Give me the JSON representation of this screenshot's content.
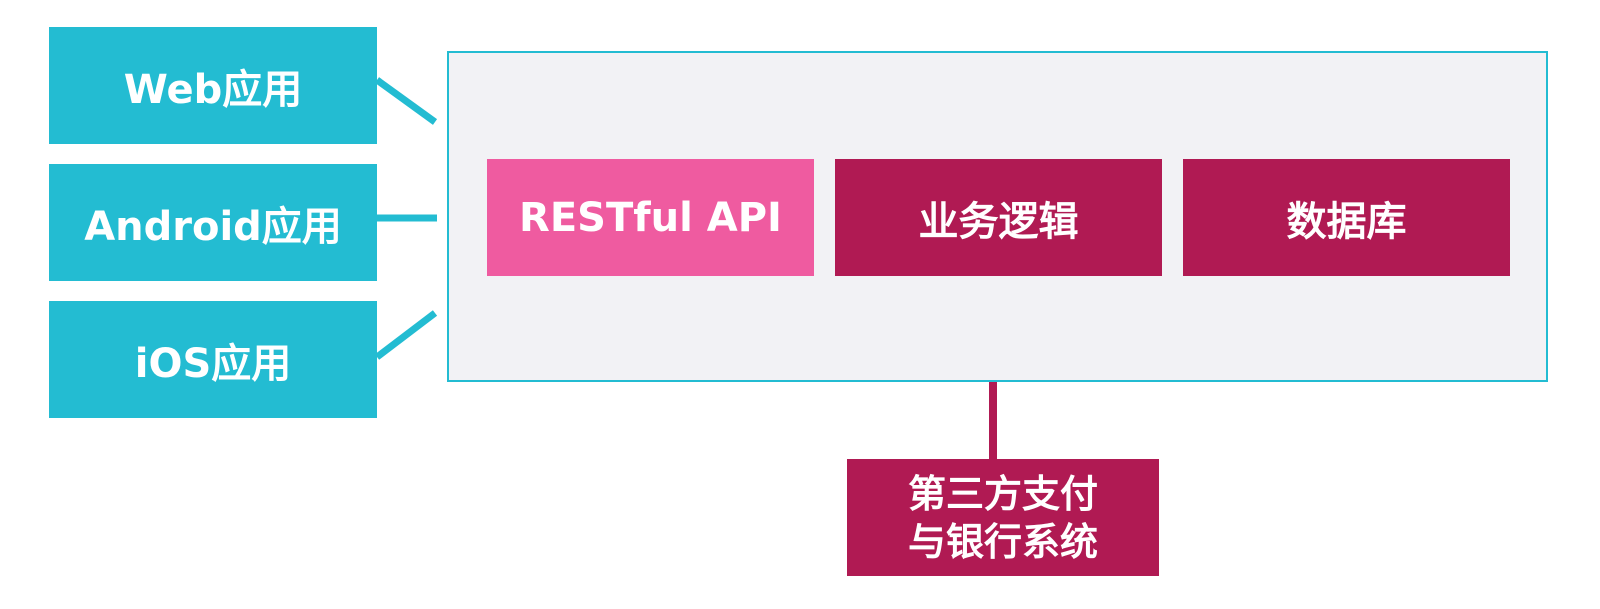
{
  "colors": {
    "client_fill": "#23BCD2",
    "frame_border": "#23BCD2",
    "frame_fill": "#F2F2F5",
    "api_fill": "#EF5BA0",
    "component_fill": "#B01A53",
    "connector_client": "#23BCD2",
    "connector_internal": "#B01A53"
  },
  "clients": [
    {
      "label": "Web应用"
    },
    {
      "label": "Android应用"
    },
    {
      "label": "iOS应用"
    }
  ],
  "server": {
    "components": [
      {
        "label": "RESTful API"
      },
      {
        "label": "业务逻辑"
      },
      {
        "label": "数据库"
      }
    ]
  },
  "external": {
    "line1": "第三方支付",
    "line2": "与银行系统"
  }
}
